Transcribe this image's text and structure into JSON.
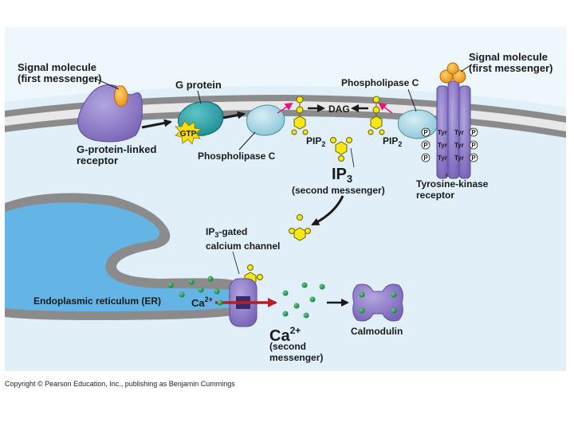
{
  "labels": {
    "signal_left_1": "Signal molecule",
    "signal_left_2": "(first messenger)",
    "g_protein": "G protein",
    "phospholipase_top": "Phospholipase C",
    "signal_right_1": "Signal molecule",
    "signal_right_2": "(first messenger)",
    "gpcr_1": "G-protein-linked",
    "gpcr_2": "receptor",
    "gtp": "GTP",
    "phospholipase_bottom": "Phospholipase C",
    "dag": "DAG",
    "pip2_left": "PIP",
    "pip2_left_sub": "2",
    "pip2_right": "PIP",
    "pip2_right_sub": "2",
    "ip3_main": "IP",
    "ip3_sub": "3",
    "second_messenger_ip3": "(second messenger)",
    "tk_1": "Tyrosine-kinase",
    "tk_2": "receptor",
    "channel_1a": "IP",
    "channel_1sub": "3",
    "channel_1b": "-gated",
    "channel_2": "calcium channel",
    "er": "Endoplasmic reticulum (ER)",
    "ca_small": "Ca",
    "ca_small_sup": "2+",
    "ca_big": "Ca",
    "ca_big_sup": "2+",
    "ca_second_1": "(second",
    "ca_second_2": "messenger)",
    "calmodulin": "Calmodulin",
    "tyr": "Tyr",
    "p": "P"
  },
  "copyright": "Copyright © Pearson Education, Inc., publishing as Benjamin Cummings",
  "colors": {
    "cytoplasm_bg": "#e1f0f8",
    "membrane": "#8b8b8b",
    "er_fill": "#64b4e6",
    "receptor_purple": "#8c78c8",
    "g_protein_teal": "#1e8c96",
    "phospholipase_light": "#a0d2e1",
    "signal_orange": "#f0a028",
    "ip3_yellow": "#f5e614",
    "calcium_green": "#148c3c",
    "arrow_black": "#1a1a1a",
    "arrow_magenta": "#e6147d",
    "flow_red": "#b41e28"
  }
}
